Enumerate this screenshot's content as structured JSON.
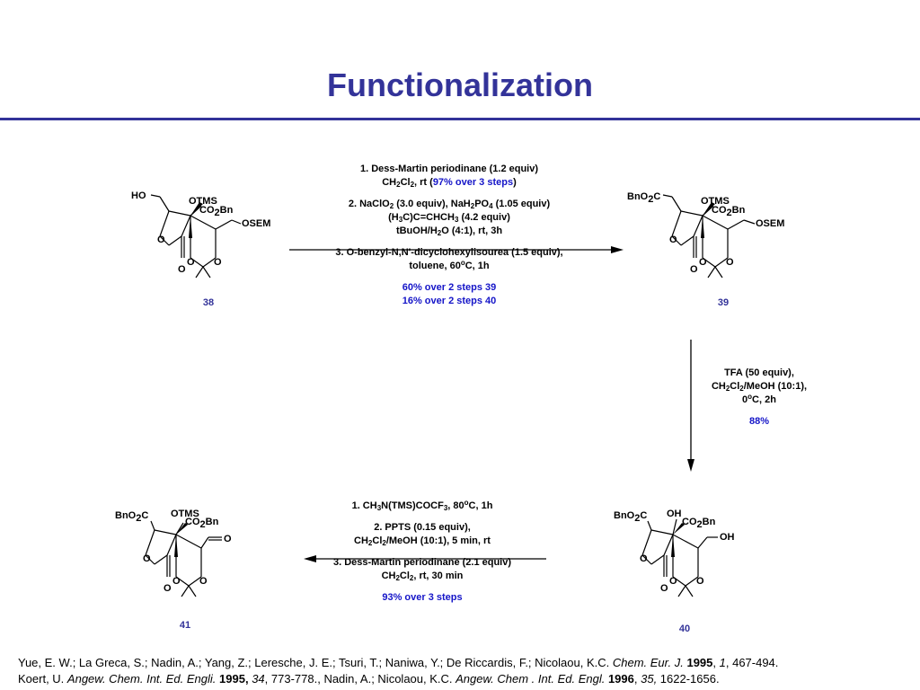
{
  "slide": {
    "title": "Functionalization"
  },
  "step1": {
    "lines": [
      "1. Dess-Martin periodinane (1.2 equiv)",
      "CH2Cl2, rt (97% over 3 steps)",
      "2. NaClO2 (3.0 equiv), NaH2PO4 (1.05 equiv)",
      "(H3C)C=CHCH3 (4.2 equiv)",
      "tBuOH/H2O (4:1), rt, 3h",
      "3. O-benzyl-N,N'-dicyclohexylisourea (1.5 equiv),",
      "toluene, 60oC, 1h"
    ],
    "yield_39": "60% over 2 steps 39",
    "yield_40": "16% over 2 steps 40",
    "inline_yield": "97% over 3 steps"
  },
  "step2": {
    "lines": [
      "TFA (50 equiv),",
      "CH2Cl2/MeOH (10:1),",
      "0oC, 2h"
    ],
    "yield": "88%"
  },
  "step3": {
    "lines": [
      "1. CH3N(TMS)COCF3, 80oC, 1h",
      "2. PPTS (0.15 equiv),",
      "CH2Cl2/MeOH (10:1), 5 min, rt",
      "3. Dess-Martin periodinane (2.1 equiv)",
      "CH2Cl2, rt, 30 min"
    ],
    "yield": "93% over 3 steps"
  },
  "compounds": {
    "c38": {
      "number": "38",
      "top_left": "HO",
      "oprotect": "OTMS",
      "ester": "CO2Bn",
      "side": "OSEM"
    },
    "c39": {
      "number": "39",
      "top_left": "BnO2C",
      "oprotect": "OTMS",
      "ester": "CO2Bn",
      "side": "OSEM"
    },
    "c40": {
      "number": "40",
      "top_left": "BnO2C",
      "oprotect": "OH",
      "ester": "CO2Bn",
      "side": "OH"
    },
    "c41": {
      "number": "41",
      "top_left": "BnO2C",
      "oprotect": "OTMS",
      "ester": "CO2Bn",
      "side": "O"
    }
  },
  "ring_atoms": {
    "oxygen": "O"
  },
  "references": {
    "line1": {
      "authors": "Yue, E. W.; La Greca, S.; Nadin, A.; Yang, Z.; Leresche, J. E.; Tsuri, T.; Naniwa, Y.; De Riccardis, F.; Nicolaou, K.C. ",
      "journal": "Chem. Eur. J.",
      "year": "1995",
      "volume": "1",
      "pages": ", 467-494."
    },
    "line2": {
      "author1": "Koert, U. ",
      "journal1": "Angew. Chem. Int. Ed. Engli.",
      "year1": "1995,",
      "volume1": "34",
      "pages1": ", 773-778., Nadin, A.; Nicolaou, K.C. ",
      "journal2": "Angew. Chem . Int. Ed. Engl.",
      "year2": "1996",
      "volume2": "35,",
      "pages2": " 1622-1656."
    }
  },
  "colors": {
    "title": "#333399",
    "accent_text": "#1515c8",
    "compound_label": "#333399"
  }
}
